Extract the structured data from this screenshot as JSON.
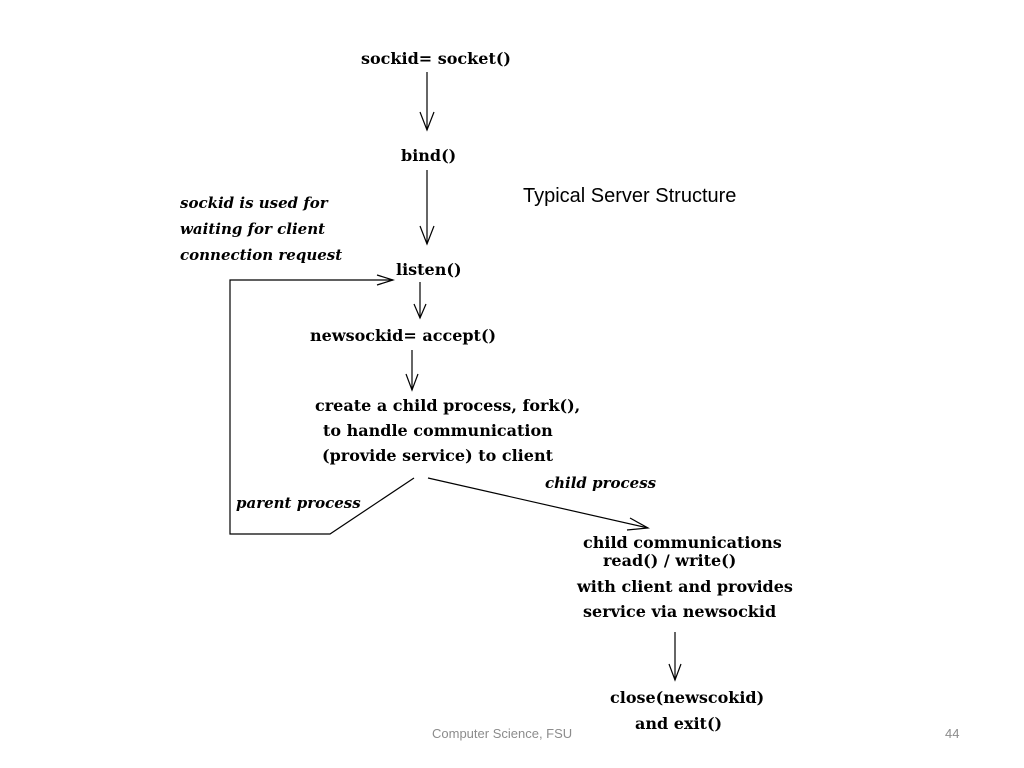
{
  "slide": {
    "title": "Typical Server Structure",
    "footer": "Computer Science, FSU",
    "page_number": "44"
  },
  "diagram": {
    "nodes": {
      "socket": "sockid=   socket()",
      "bind": "bind()",
      "listen": "listen()",
      "accept": "newsockid= accept()",
      "create_child": [
        "create a child process, fork(),",
        "to handle communication",
        "(provide service) to client"
      ],
      "child_comm": [
        "child communications",
        "read()  /  write()",
        "with client and provides",
        "service via newsockid"
      ],
      "close": [
        "close(newscokid)",
        "and exit()"
      ]
    },
    "annotations": {
      "sockid_note": [
        "sockid is used for",
        "waiting for client",
        "connection request"
      ],
      "parent_process": "parent process",
      "child_process": "child process"
    }
  }
}
